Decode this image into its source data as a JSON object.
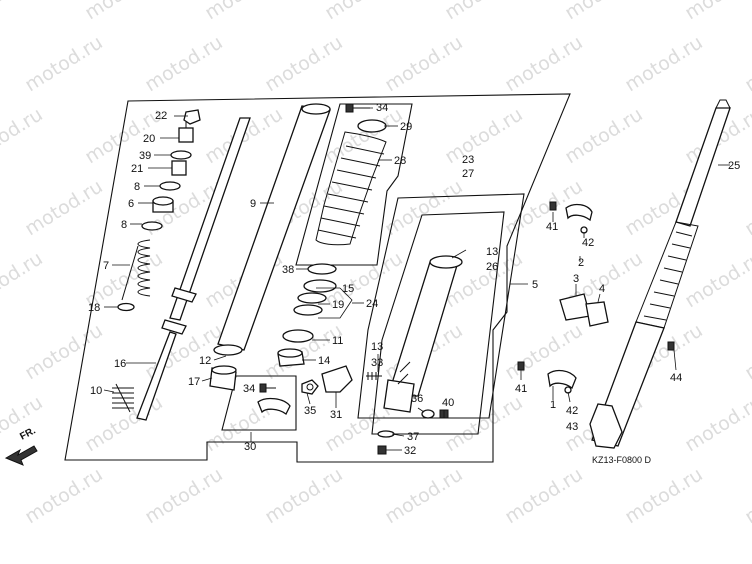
{
  "watermark": "motod.ru",
  "diagram_code": "KZ13-F0800 D",
  "front_marker": "FR.",
  "callouts": [
    {
      "id": "c22",
      "text": "22"
    },
    {
      "id": "c20",
      "text": "20"
    },
    {
      "id": "c39",
      "text": "39"
    },
    {
      "id": "c21",
      "text": "21"
    },
    {
      "id": "c8a",
      "text": "8"
    },
    {
      "id": "c6",
      "text": "6"
    },
    {
      "id": "c8b",
      "text": "8"
    },
    {
      "id": "c7",
      "text": "7"
    },
    {
      "id": "c18",
      "text": "18"
    },
    {
      "id": "c16",
      "text": "16"
    },
    {
      "id": "c10",
      "text": "10"
    },
    {
      "id": "c9",
      "text": "9"
    },
    {
      "id": "c12",
      "text": "12"
    },
    {
      "id": "c17",
      "text": "17"
    },
    {
      "id": "c34a",
      "text": "34"
    },
    {
      "id": "c29",
      "text": "29"
    },
    {
      "id": "c28",
      "text": "28"
    },
    {
      "id": "c38",
      "text": "38"
    },
    {
      "id": "c15",
      "text": "15"
    },
    {
      "id": "c19",
      "text": "19"
    },
    {
      "id": "c24",
      "text": "24"
    },
    {
      "id": "c11",
      "text": "11"
    },
    {
      "id": "c14",
      "text": "14"
    },
    {
      "id": "c34b",
      "text": "34"
    },
    {
      "id": "c35",
      "text": "35"
    },
    {
      "id": "c31",
      "text": "31"
    },
    {
      "id": "c30",
      "text": "30"
    },
    {
      "id": "c23",
      "text": "23"
    },
    {
      "id": "c27",
      "text": "27"
    },
    {
      "id": "c13a",
      "text": "13"
    },
    {
      "id": "c26",
      "text": "26"
    },
    {
      "id": "c5",
      "text": "5"
    },
    {
      "id": "c13b",
      "text": "13"
    },
    {
      "id": "c33",
      "text": "33"
    },
    {
      "id": "c36",
      "text": "36"
    },
    {
      "id": "c40",
      "text": "40"
    },
    {
      "id": "c37",
      "text": "37"
    },
    {
      "id": "c32",
      "text": "32"
    },
    {
      "id": "c25",
      "text": "25"
    },
    {
      "id": "c41a",
      "text": "41"
    },
    {
      "id": "c42a",
      "text": "42"
    },
    {
      "id": "c2",
      "text": "2"
    },
    {
      "id": "c3",
      "text": "3"
    },
    {
      "id": "c4",
      "text": "4"
    },
    {
      "id": "c44",
      "text": "44"
    },
    {
      "id": "c41b",
      "text": "41"
    },
    {
      "id": "c1",
      "text": "1"
    },
    {
      "id": "c42b",
      "text": "42"
    },
    {
      "id": "c43",
      "text": "43"
    }
  ]
}
